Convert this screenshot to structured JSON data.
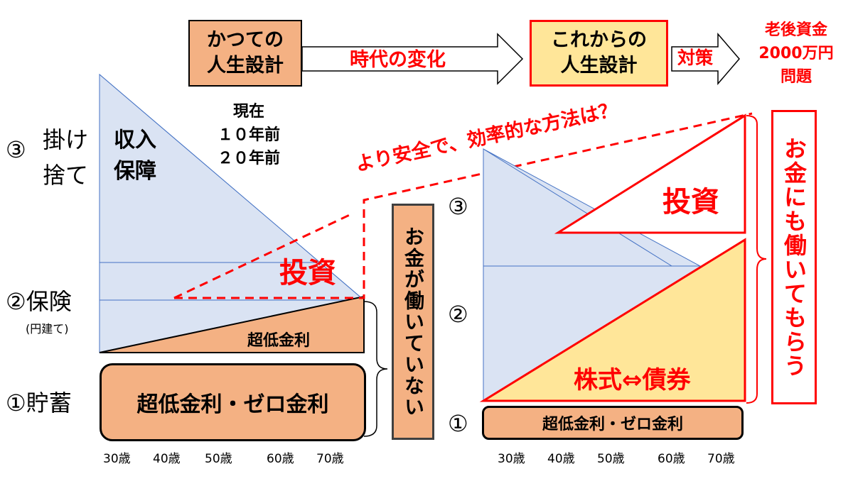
{
  "colors": {
    "orange_fill": "#f4b183",
    "yellow_fill": "#ffe699",
    "blue_fill": "#dae3f3",
    "blue_line": "#4472c4",
    "red": "#ff0000",
    "black": "#000000"
  },
  "top_flow": {
    "past_plan": [
      "かつての",
      "人生設計"
    ],
    "change_label": "時代の変化",
    "future_plan": [
      "これからの",
      "人生設計"
    ],
    "measure_label": "対策",
    "issue": [
      "老後資金",
      "2000万円",
      "問題"
    ]
  },
  "eras": [
    "現在",
    "１０年前",
    "２０年前"
  ],
  "left": {
    "row3_label": [
      "③掛け",
      "　捨て"
    ],
    "row3_lines": [
      "③",
      "掛け",
      "捨て"
    ],
    "income_security": [
      "収入",
      "保障"
    ],
    "row2_label": "②保険",
    "row2_sub": "(円建て)",
    "row1_label": "①貯蓄",
    "investment": "投資",
    "low_rate_small": "超低金利",
    "low_rate_big": "超低金利・ゼロ金利",
    "money_not_working": "お金が働いていない",
    "ages": [
      "30歳",
      "40歳",
      "50歳",
      "60歳",
      "70歳"
    ]
  },
  "center_note": "より安全で、効率的な方法は？",
  "right": {
    "row3": "③",
    "row2": "②",
    "row1": "①",
    "investment": "投資",
    "stocks_bonds": "株式⇔債券",
    "low_rate": "超低金利・ゼロ金利",
    "money_working": "お金にも働いてもらう",
    "ages": [
      "30歳",
      "40歳",
      "50歳",
      "60歳",
      "70歳"
    ]
  }
}
